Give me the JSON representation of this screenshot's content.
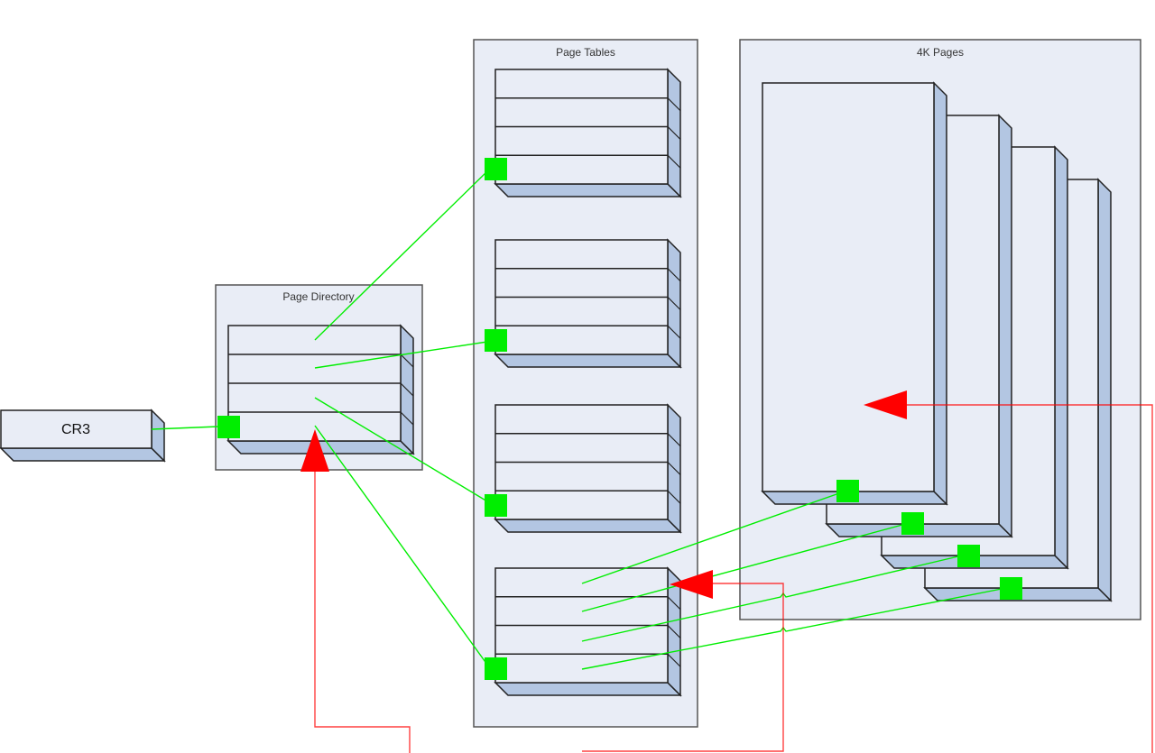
{
  "diagram": {
    "cr3": {
      "label": "CR3"
    },
    "page_directory": {
      "title": "Page Directory",
      "entries": 4
    },
    "page_tables": {
      "title": "Page Tables",
      "tables": 4,
      "entries_per_table": 4
    },
    "pages": {
      "title": "4K Pages",
      "count": 4
    }
  },
  "colors": {
    "container_fill": "#e9edf6",
    "side_fill": "#b3c6e2",
    "pointer_green": "#00ee00",
    "arrow_red": "#ff0000"
  }
}
